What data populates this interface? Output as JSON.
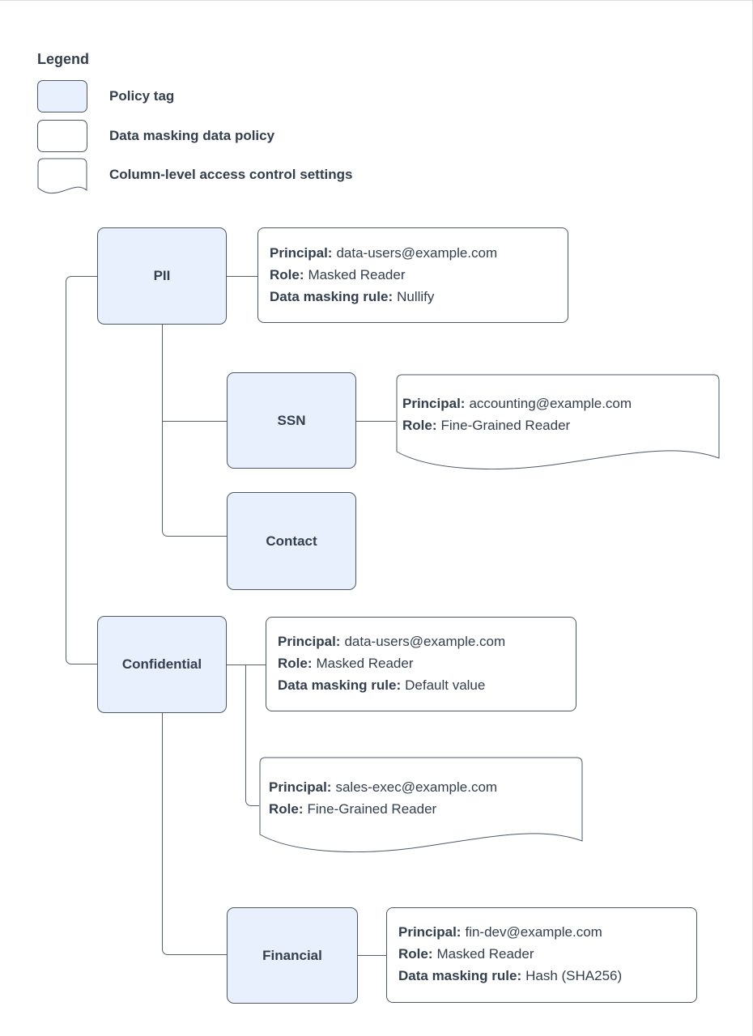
{
  "legend": {
    "title": "Legend",
    "items": [
      {
        "swatch": "policy-tag",
        "label": "Policy tag"
      },
      {
        "swatch": "data-masking-policy",
        "label": "Data masking data policy"
      },
      {
        "swatch": "column-acl-document",
        "label": "Column-level access control settings"
      }
    ]
  },
  "nodes": {
    "pii": {
      "label": "PII"
    },
    "ssn": {
      "label": "SSN"
    },
    "contact": {
      "label": "Contact"
    },
    "confidential": {
      "label": "Confidential"
    },
    "financial": {
      "label": "Financial"
    }
  },
  "policies": {
    "pii_masking": {
      "type": "data-masking-policy",
      "lines": [
        {
          "label": "Principal:",
          "value": "data-users@example.com"
        },
        {
          "label": "Role:",
          "value": "Masked Reader"
        },
        {
          "label": "Data masking rule:",
          "value": "Nullify"
        }
      ]
    },
    "ssn_acl": {
      "type": "column-acl-document",
      "lines": [
        {
          "label": "Principal:",
          "value": "accounting@example.com"
        },
        {
          "label": "Role:",
          "value": "Fine-Grained Reader"
        }
      ]
    },
    "confidential_masking": {
      "type": "data-masking-policy",
      "lines": [
        {
          "label": "Principal:",
          "value": "data-users@example.com"
        },
        {
          "label": "Role:",
          "value": "Masked Reader"
        },
        {
          "label": "Data masking rule:",
          "value": "Default value"
        }
      ]
    },
    "sales_acl": {
      "type": "column-acl-document",
      "lines": [
        {
          "label": "Principal:",
          "value": "sales-exec@example.com"
        },
        {
          "label": "Role:",
          "value": "Fine-Grained Reader"
        }
      ]
    },
    "financial_masking": {
      "type": "data-masking-policy",
      "lines": [
        {
          "label": "Principal:",
          "value": "fin-dev@example.com"
        },
        {
          "label": "Role:",
          "value": "Masked Reader"
        },
        {
          "label": "Data masking rule:",
          "value": "Hash (SHA256)"
        }
      ]
    }
  },
  "colors": {
    "policy_tag_fill": "#e8f0fe",
    "node_border": "#4d5864",
    "connector": "#556069",
    "text": "#333e4f",
    "background": "#ffffff"
  }
}
